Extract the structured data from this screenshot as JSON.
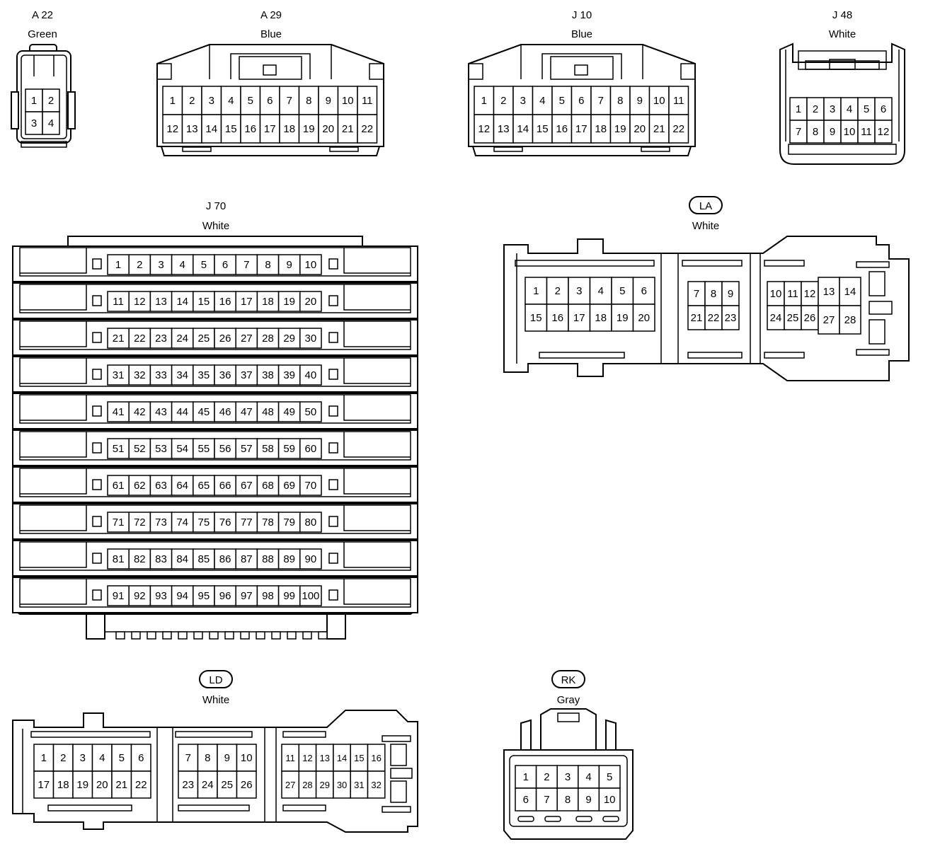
{
  "connectors": {
    "a22": {
      "code": "A 22",
      "color": "Green",
      "pins": [
        [
          "1",
          "2"
        ],
        [
          "3",
          "4"
        ]
      ]
    },
    "a29": {
      "code": "A 29",
      "color": "Blue",
      "pins": [
        [
          "1",
          "2",
          "3",
          "4",
          "5",
          "6",
          "7",
          "8",
          "9",
          "10",
          "11"
        ],
        [
          "12",
          "13",
          "14",
          "15",
          "16",
          "17",
          "18",
          "19",
          "20",
          "21",
          "22"
        ]
      ]
    },
    "j10": {
      "code": "J 10",
      "color": "Blue",
      "pins": [
        [
          "1",
          "2",
          "3",
          "4",
          "5",
          "6",
          "7",
          "8",
          "9",
          "10",
          "11"
        ],
        [
          "12",
          "13",
          "14",
          "15",
          "16",
          "17",
          "18",
          "19",
          "20",
          "21",
          "22"
        ]
      ]
    },
    "j48": {
      "code": "J 48",
      "color": "White",
      "pins": [
        [
          "1",
          "2",
          "3",
          "4",
          "5",
          "6"
        ],
        [
          "7",
          "8",
          "9",
          "10",
          "11",
          "12"
        ]
      ]
    },
    "j70": {
      "code": "J 70",
      "color": "White",
      "pins": [
        [
          "1",
          "2",
          "3",
          "4",
          "5",
          "6",
          "7",
          "8",
          "9",
          "10"
        ],
        [
          "11",
          "12",
          "13",
          "14",
          "15",
          "16",
          "17",
          "18",
          "19",
          "20"
        ],
        [
          "21",
          "22",
          "23",
          "24",
          "25",
          "26",
          "27",
          "28",
          "29",
          "30"
        ],
        [
          "31",
          "32",
          "33",
          "34",
          "35",
          "36",
          "37",
          "38",
          "39",
          "40"
        ],
        [
          "41",
          "42",
          "43",
          "44",
          "45",
          "46",
          "47",
          "48",
          "49",
          "50"
        ],
        [
          "51",
          "52",
          "53",
          "54",
          "55",
          "56",
          "57",
          "58",
          "59",
          "60"
        ],
        [
          "61",
          "62",
          "63",
          "64",
          "65",
          "66",
          "67",
          "68",
          "69",
          "70"
        ],
        [
          "71",
          "72",
          "73",
          "74",
          "75",
          "76",
          "77",
          "78",
          "79",
          "80"
        ],
        [
          "81",
          "82",
          "83",
          "84",
          "85",
          "86",
          "87",
          "88",
          "89",
          "90"
        ],
        [
          "91",
          "92",
          "93",
          "94",
          "95",
          "96",
          "97",
          "98",
          "99",
          "100"
        ]
      ]
    },
    "la": {
      "code": "LA",
      "color": "White",
      "group1": [
        [
          "1",
          "2",
          "3",
          "4",
          "5",
          "6"
        ],
        [
          "15",
          "16",
          "17",
          "18",
          "19",
          "20"
        ]
      ],
      "group2": [
        [
          "7",
          "8",
          "9"
        ],
        [
          "21",
          "22",
          "23"
        ]
      ],
      "group3": [
        [
          "10",
          "11",
          "12"
        ],
        [
          "24",
          "25",
          "26"
        ]
      ],
      "group4": [
        [
          "13",
          "14"
        ],
        [
          "27",
          "28"
        ]
      ]
    },
    "ld": {
      "code": "LD",
      "color": "White",
      "group1": [
        [
          "1",
          "2",
          "3",
          "4",
          "5",
          "6"
        ],
        [
          "17",
          "18",
          "19",
          "20",
          "21",
          "22"
        ]
      ],
      "group2": [
        [
          "7",
          "8",
          "9",
          "10"
        ],
        [
          "23",
          "24",
          "25",
          "26"
        ]
      ],
      "group3": [
        [
          "11",
          "12",
          "13",
          "14",
          "15",
          "16"
        ],
        [
          "27",
          "28",
          "29",
          "30",
          "31",
          "32"
        ]
      ]
    },
    "rk": {
      "code": "RK",
      "color": "Gray",
      "pins": [
        [
          "1",
          "2",
          "3",
          "4",
          "5"
        ],
        [
          "6",
          "7",
          "8",
          "9",
          "10"
        ]
      ]
    }
  }
}
